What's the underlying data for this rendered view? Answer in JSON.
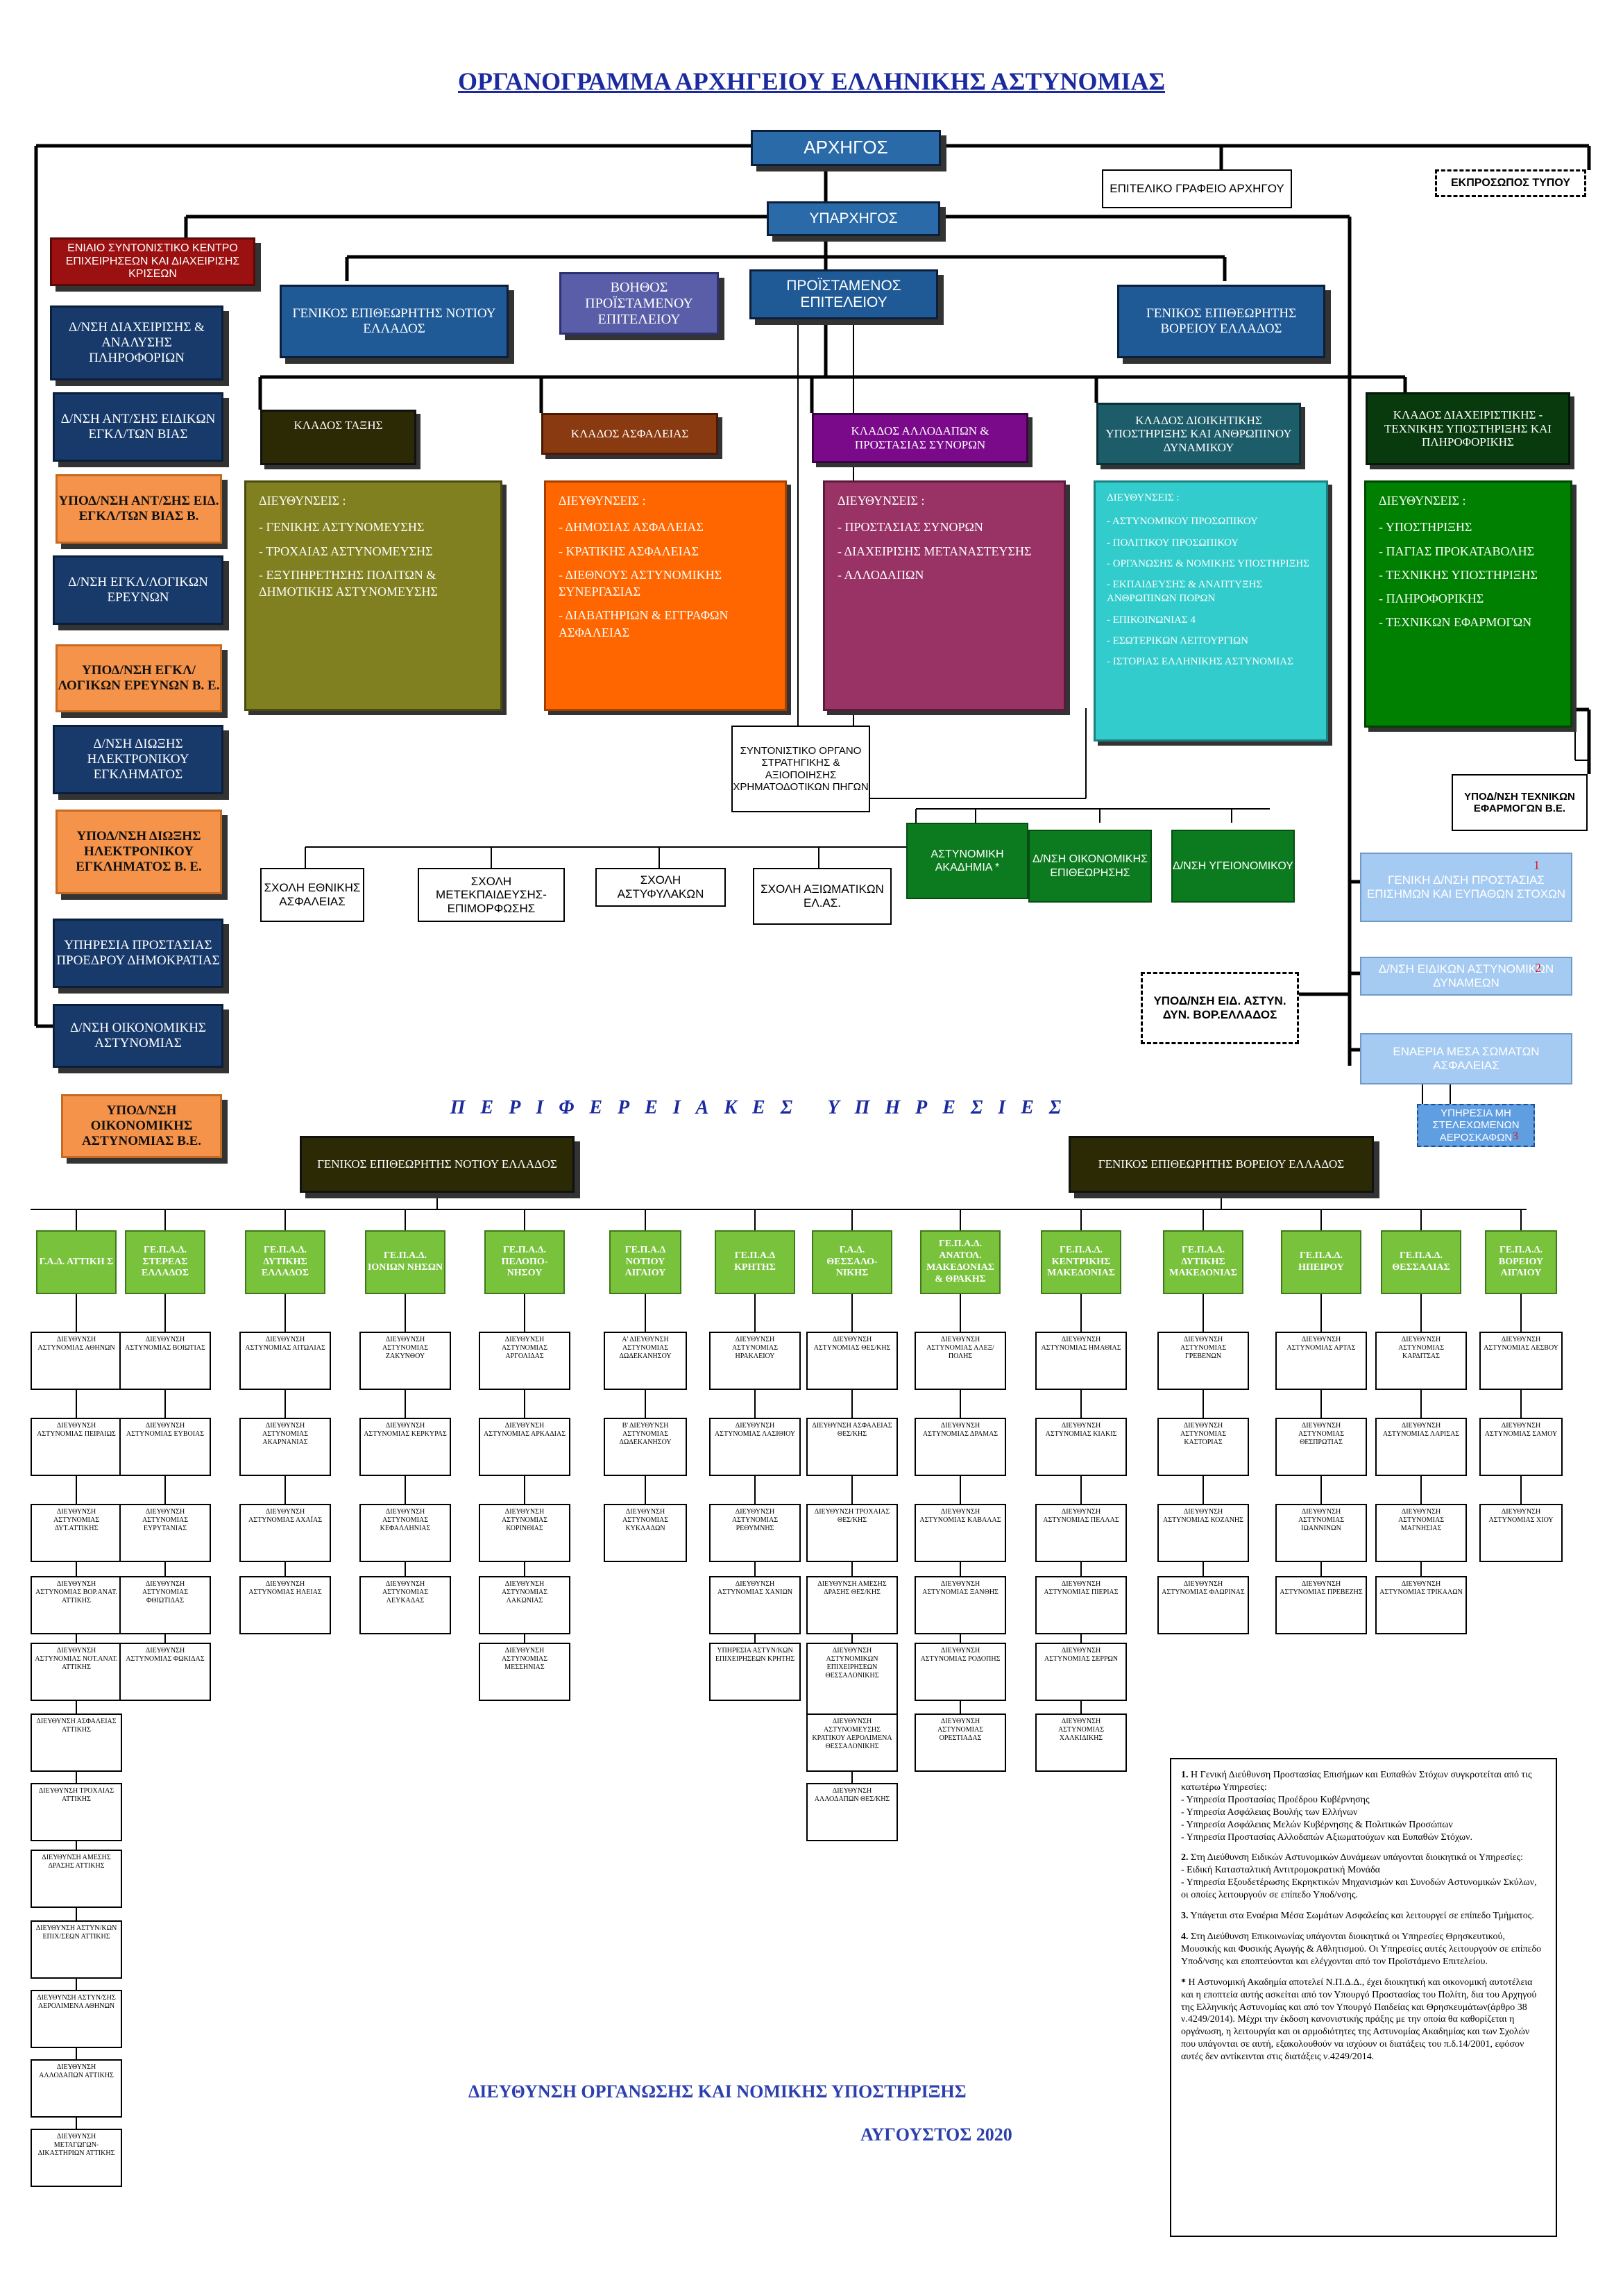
{
  "title": "ΟΡΓΑΝΟΓΡΑΜΜΑ ΑΡΧΗΓΕΙΟΥ ΕΛΛΗΝΙΚΗΣ ΑΣΤΥΝΟΜΙΑΣ",
  "top": {
    "chief": "ΑΡΧΗΓΟΣ",
    "staff_office": "ΕΠΙΤΕΛΙΚΟ ΓΡΑΦΕΙΟ ΑΡΧΗΓΟΥ",
    "press": "ΕΚΠΡΟΣΩΠΟΣ ΤΥΠΟΥ",
    "deputy": "ΥΠΑΡΧΗΓΟΣ",
    "crisis_center": "ΕΝΙΑΙΟ ΣΥΝΤΟΝΙΣΤΙΚΟ ΚΕΝΤΡΟ ΕΠΙΧΕΙΡΗΣΕΩΝ ΚΑΙ ΔΙΑΧΕΙΡΙΣΗΣ ΚΡΙΣΕΩΝ",
    "assistant_head": "ΒΟΗΘΟΣ ΠΡΟΪΣΤΑΜΕΝΟΥ ΕΠΙΤΕΛΕΙΟΥ",
    "head_staff": "ΠΡΟΪΣΤΑΜΕΝΟΣ ΕΠΙΤΕΛΕΙΟΥ",
    "gi_south": "ΓΕΝΙΚΟΣ ΕΠΙΘΕΩΡΗΤΗΣ ΝΟΤΙΟΥ ΕΛΛΑΔΟΣ",
    "gi_north": "ΓΕΝΙΚΟΣ ΕΠΙΘΕΩΡΗΤΗΣ ΒΟΡΕΙΟΥ ΕΛΛΑΔΟΣ"
  },
  "left_column": [
    "Δ/ΝΣΗ ΔΙΑΧΕΙΡΙΣΗΣ & ΑΝΑΛΥΣΗΣ ΠΛΗΡΟΦΟΡΙΩΝ",
    "Δ/ΝΣΗ ΑΝΤ/ΣΗΣ ΕΙΔΙΚΩΝ ΕΓΚΛ/ΤΩΝ ΒΙΑΣ",
    "ΥΠΟΔ/ΝΣΗ ΑΝΤ/ΣΗΣ ΕΙΔ. ΕΓΚΛ/ΤΩΝ ΒΙΑΣ Β.",
    "Δ/ΝΣΗ ΕΓΚΛ/ΛΟΓΙΚΩΝ ΕΡΕΥΝΩΝ",
    "ΥΠΟΔ/ΝΣΗ ΕΓΚΛ/ΛΟΓΙΚΩΝ ΕΡΕΥΝΩΝ Β. Ε.",
    "Δ/ΝΣΗ ΔΙΩΞΗΣ ΗΛΕΚΤΡΟΝΙΚΟΥ ΕΓΚΛΗΜΑΤΟΣ",
    "ΥΠΟΔ/ΝΣΗ ΔΙΩΞΗΣ ΗΛΕΚΤΡΟΝΙΚΟΥ ΕΓΚΛΗΜΑΤΟΣ Β. Ε.",
    "ΥΠΗΡΕΣΙΑ ΠΡΟΣΤΑΣΙΑΣ ΠΡΟΕΔΡΟΥ ΔΗΜΟΚΡΑΤΙΑΣ",
    "Δ/ΝΣΗ ΟΙΚΟΝΟΜΙΚΗΣ ΑΣΤΥΝΟΜΙΑΣ",
    "ΥΠΟΔ/ΝΣΗ ΟΙΚΟΝΟΜΙΚΗΣ ΑΣΤΥΝΟΜΙΑΣ Β.Ε."
  ],
  "branches": [
    {
      "name": "ΚΛΑΔΟΣ ΤΑΞΗΣ",
      "header": "ΔΙΕΥΘΥΝΣΕΙΣ :",
      "items": [
        "-  ΓΕΝΙΚΗΣ ΑΣΤΥΝΟΜΕΥΣΗΣ",
        "-  ΤΡΟΧΑΙΑΣ ΑΣΤΥΝΟΜΕΥΣΗΣ",
        "-  ΕΞΥΠΗΡΕΤΗΣΗΣ ΠΟΛΙΤΩΝ & ΔΗΜΟΤΙΚΗΣ ΑΣΤΥΝΟΜΕΥΣΗΣ"
      ]
    },
    {
      "name": "ΚΛΑΔΟΣ ΑΣΦΑΛΕΙΑΣ",
      "header": "ΔΙΕΥΘΥΝΣΕΙΣ :",
      "items": [
        "-  ΔΗΜΟΣΙΑΣ ΑΣΦΑΛΕΙΑΣ",
        "-  ΚΡΑΤΙΚΗΣ ΑΣΦΑΛΕΙΑΣ",
        "-  ΔΙΕΘΝΟΥΣ ΑΣΤΥΝΟΜΙΚΗΣ ΣΥΝΕΡΓΑΣΙΑΣ",
        "-  ΔΙΑΒΑΤΗΡΙΩΝ & ΕΓΓΡΑΦΩΝ ΑΣΦΑΛΕΙΑΣ"
      ]
    },
    {
      "name": "ΚΛΑΔΟΣ ΑΛΛΟΔΑΠΩΝ & ΠΡΟΣΤΑΣΙΑΣ ΣΥΝΟΡΩΝ",
      "header": "ΔΙΕΥΘΥΝΣΕΙΣ :",
      "items": [
        "-  ΠΡΟΣΤΑΣΙΑΣ ΣΥΝΟΡΩΝ",
        "-  ΔΙΑΧΕΙΡΙΣΗΣ ΜΕΤΑΝΑΣΤΕΥΣΗΣ",
        "-  ΑΛΛΟΔΑΠΩΝ"
      ]
    },
    {
      "name": "ΚΛΑΔΟΣ ΔΙΟΙΚΗΤΙΚΗΣ ΥΠΟΣΤΗΡΙΞΗΣ ΚΑΙ ΑΝΘΡΩΠΙΝΟΥ ΔΥΝΑΜΙΚΟΥ",
      "header": "ΔΙΕΥΘΥΝΣΕΙΣ :",
      "items": [
        "-  ΑΣΤΥΝΟΜΙΚΟΥ ΠΡΟΣΩΠΙΚΟΥ",
        "-  ΠΟΛΙΤΙΚΟΥ ΠΡΟΣΩΠΙΚΟΥ",
        "-  ΟΡΓΑΝΩΣΗΣ & ΝΟΜΙΚΗΣ ΥΠΟΣΤΗΡΙΞΗΣ",
        "-  ΕΚΠΑΙΔΕΥΣΗΣ & ΑΝΑΠΤΥΞΗΣ ΑΝΘΡΩΠΙΝΩΝ ΠΟΡΩΝ",
        "-  ΕΠΙΚΟΙΝΩΝΙΑΣ 4",
        "-  ΕΣΩΤΕΡΙΚΩΝ ΛΕΙΤΟΥΡΓΙΩΝ",
        "-  ΙΣΤΟΡΙΑΣ ΕΛΛΗΝΙΚΗΣ ΑΣΤΥΝΟΜΙΑΣ"
      ]
    },
    {
      "name": "ΚΛΑΔΟΣ ΔΙΑΧΕΙΡΙΣΤΙΚΗΣ - ΤΕΧΝΙΚΗΣ ΥΠΟΣΤΗΡΙΞΗΣ ΚΑΙ ΠΛΗΡΟΦΟΡΙΚΗΣ",
      "header": "ΔΙΕΥΘΥΝΣΕΙΣ :",
      "items": [
        "-  ΥΠΟΣΤΗΡΙΞΗΣ",
        "-  ΠΑΓΙΑΣ ΠΡΟΚΑΤΑΒΟΛΗΣ",
        "-  ΤΕΧΝΙΚΗΣ ΥΠΟΣΤΗΡΙΞΗΣ",
        "-  ΠΛΗΡΟΦΟΡΙΚΗΣ",
        "-  ΤΕΧΝΙΚΩΝ ΕΦΑΡΜΟΓΩΝ"
      ]
    }
  ],
  "middle": {
    "coordination": "ΣΥΝΤΟΝΙΣΤΙΚΟ ΟΡΓΑΝΟ ΣΤΡΑΤΗΓΙΚΗΣ & ΑΞΙΟΠΟΙΗΣΗΣ ΧΡΗΜΑΤΟΔΟΤΙΚΩΝ ΠΗΓΩΝ",
    "tech_sub": "ΥΠΟΔ/ΝΣΗ ΤΕΧΝΙΚΩΝ ΕΦΑΡΜΟΓΩΝ Β.Ε.",
    "academy": "ΑΣΤΥΝΟΜΙΚΗ ΑΚΑΔΗΜΙΑ *",
    "econ_insp": "Δ/ΝΣΗ ΟΙΚΟΝΟΜΙΚΗΣ ΕΠΙΘΕΩΡΗΣΗΣ",
    "health": "Δ/ΝΣΗ ΥΓΕΙΟΝΟΜΙΚΟΥ",
    "schools": [
      "ΣΧΟΛΗ ΕΘΝΙΚΗΣ ΑΣΦΑΛΕΙΑΣ",
      "ΣΧΟΛΗ ΜΕΤΕΚΠΑΙΔΕΥΣΗΣ-ΕΠΙΜΟΡΦΩΣΗΣ",
      "ΣΧΟΛΗ ΑΣΤΥΦΥΛΑΚΩΝ",
      "ΣΧΟΛΗ ΑΞΙΩΜΑΤΙΚΩΝ ΕΛ.ΑΣ."
    ],
    "protection": "ΓΕΝΙΚΗ Δ/ΝΣΗ ΠΡΟΣΤΑΣΙΑΣ ΕΠΙΣΗΜΩΝ ΚΑΙ ΕΥΠΑΘΩΝ ΣΤΟΧΩΝ",
    "protection_mark": "1",
    "special_forces": "Δ/ΝΣΗ ΕΙΔΙΚΩΝ ΑΣΤΥΝΟΜΙΚΩΝ ΔΥΝΑΜΕΩΝ",
    "special_mark": "2",
    "special_sub": "ΥΠΟΔ/ΝΣΗ ΕΙΔ. ΑΣΤΥΝ. ΔΥΝ. ΒΟΡ.ΕΛΛΑΔΟΣ",
    "air_units": "ΕΝΑΕΡΙΑ ΜΕΣΑ ΣΩΜΑΤΩΝ ΑΣΦΑΛΕΙΑΣ",
    "air_sub": "ΥΠΗΡΕΣΙΑ ΜΗ ΣΤΕΛΕΧΩΜΕΝΩΝ ΑΕΡΟΣΚΑΦΩΝ",
    "air_mark": "3"
  },
  "regional_title": "ΠΕΡΙΦΕΡΕΙΑΚΕΣ ΥΠΗΡΕΣΙΕΣ",
  "regional_south": "ΓΕΝΙΚΟΣ ΕΠΙΘΕΩΡΗΤΗΣ ΝΟΤΙΟΥ ΕΛΛΑΔΟΣ",
  "regional_north": "ΓΕΝΙΚΟΣ ΕΠΙΘΕΩΡΗΤΗΣ ΒΟΡΕΙΟΥ ΕΛΛΑΔΟΣ",
  "regions": [
    {
      "name": "Γ.Α.Δ. ΑΤΤΙΚΗ Σ",
      "items": [
        "ΔΙΕΥΘΥΝΣΗ ΑΣΤΥΝΟΜΙΑΣ ΑΘΗΝΩΝ",
        "ΔΙΕΥΘΥΝΣΗ ΑΣΤΥΝΟΜΙΑΣ ΠΕΙΡΑΙΩΣ",
        "ΔΙΕΥΘΥΝΣΗ ΑΣΤΥΝΟΜΙΑΣ ΔΥΤ.ΑΤΤΙΚΗΣ",
        "ΔΙΕΥΘΥΝΣΗ ΑΣΤΥΝΟΜΙΑΣ ΒΟΡ.ΑΝΑΤ. ΑΤΤΙΚΗΣ",
        "ΔΙΕΥΘΥΝΣΗ ΑΣΤΥΝΟΜΙΑΣ ΝΟΤ.ΑΝΑΤ. ΑΤΤΙΚΗΣ",
        "ΔΙΕΥΘΥΝΣΗ ΑΣΦΑΛΕΙΑΣ ΑΤΤΙΚΗΣ",
        "ΔΙΕΥΘΥΝΣΗ ΤΡΟΧΑΙΑΣ ΑΤΤΙΚΗΣ",
        "ΔΙΕΥΘΥΝΣΗ ΑΜΕΣΗΣ ΔΡΑΣΗΣ ΑΤΤΙΚΗΣ",
        "ΔΙΕΥΘΥΝΣΗ ΑΣΤΥΝ/ΚΩΝ ΕΠΙΧ/ΣΕΩΝ ΑΤΤΙΚΗΣ",
        "ΔΙΕΥΘΥΝΣΗ ΑΣΤΥΝ/ΣΗΣ ΑΕΡΟΛΙΜΕΝΑ ΑΘΗΝΩΝ",
        "ΔΙΕΥΘΥΝΣΗ ΑΛΛΟΔΑΠΩΝ ΑΤΤΙΚΗΣ",
        "ΔΙΕΥΘΥΝΣΗ ΜΕΤΑΓΩΓΩΝ-ΔΙΚΑΣΤΗΡΙΩΝ ΑΤΤΙΚΗΣ"
      ]
    },
    {
      "name": "ΓΕ.Π.Α.Δ. ΣΤΕΡΕΑΣ ΕΛΛΑΔΟΣ",
      "items": [
        "ΔΙΕΥΘΥΝΣΗ ΑΣΤΥΝΟΜΙΑΣ ΒΟΙΩΤΙΑΣ",
        "ΔΙΕΥΘΥΝΣΗ ΑΣΤΥΝΟΜΙΑΣ ΕΥΒΟΙΑΣ",
        "ΔΙΕΥΘΥΝΣΗ ΑΣΤΥΝΟΜΙΑΣ ΕΥΡΥΤΑΝΙΑΣ",
        "ΔΙΕΥΘΥΝΣΗ ΑΣΤΥΝΟΜΙΑΣ ΦΘΙΩΤΙΔΑΣ",
        "ΔΙΕΥΘΥΝΣΗ ΑΣΤΥΝΟΜΙΑΣ ΦΩΚΙΔΑΣ"
      ]
    },
    {
      "name": "ΓΕ.Π.Α.Δ. ΔΥΤΙΚΗΣ ΕΛΛΑΔΟΣ",
      "items": [
        "ΔΙΕΥΘΥΝΣΗ ΑΣΤΥΝΟΜΙΑΣ ΑΙΤΩΛΙΑΣ",
        "ΔΙΕΥΘΥΝΣΗ ΑΣΤΥΝΟΜΙΑΣ ΑΚΑΡΝΑΝΙΑΣ",
        "ΔΙΕΥΘΥΝΣΗ ΑΣΤΥΝΟΜΙΑΣ ΑΧΑΪΑΣ",
        "ΔΙΕΥΘΥΝΣΗ ΑΣΤΥΝΟΜΙΑΣ ΗΛΕΙΑΣ"
      ]
    },
    {
      "name": "ΓΕ.Π.Α.Δ. ΙΟΝΙΩΝ ΝΗΣΩΝ",
      "items": [
        "ΔΙΕΥΘΥΝΣΗ ΑΣΤΥΝΟΜΙΑΣ ΖΑΚΥΝΘΟΥ",
        "ΔΙΕΥΘΥΝΣΗ ΑΣΤΥΝΟΜΙΑΣ ΚΕΡΚΥΡΑΣ",
        "ΔΙΕΥΘΥΝΣΗ ΑΣΤΥΝΟΜΙΑΣ ΚΕΦΑΛΛΗΝΙΑΣ",
        "ΔΙΕΥΘΥΝΣΗ ΑΣΤΥΝΟΜΙΑΣ ΛΕΥΚΑΔΑΣ"
      ]
    },
    {
      "name": "ΓΕ.Π.Α.Δ. ΠΕΛΟΠΟ-ΝΗΣΟΥ",
      "items": [
        "ΔΙΕΥΘΥΝΣΗ ΑΣΤΥΝΟΜΙΑΣ ΑΡΓΟΛΙΔΑΣ",
        "ΔΙΕΥΘΥΝΣΗ ΑΣΤΥΝΟΜΙΑΣ ΑΡΚΑΔΙΑΣ",
        "ΔΙΕΥΘΥΝΣΗ ΑΣΤΥΝΟΜΙΑΣ ΚΟΡΙΝΘΙΑΣ",
        "ΔΙΕΥΘΥΝΣΗ ΑΣΤΥΝΟΜΙΑΣ ΛΑΚΩΝΙΑΣ",
        "ΔΙΕΥΘΥΝΣΗ ΑΣΤΥΝΟΜΙΑΣ ΜΕΣΣΗΝΙΑΣ"
      ]
    },
    {
      "name": "ΓΕ.Π.Α.Δ ΝΟΤΙΟΥ ΑΙΓΑΙΟΥ",
      "items": [
        "Α' ΔΙΕΥΘΥΝΣΗ ΑΣΤΥΝΟΜΙΑΣ ΔΩΔΕΚΑΝΗΣΟΥ",
        "Β' ΔΙΕΥΘΥΝΣΗ ΑΣΤΥΝΟΜΙΑΣ ΔΩΔΕΚΑΝΗΣΟΥ",
        "ΔΙΕΥΘΥΝΣΗ ΑΣΤΥΝΟΜΙΑΣ ΚΥΚΛΑΔΩΝ"
      ]
    },
    {
      "name": "ΓΕ.Π.Α.Δ ΚΡΗΤΗΣ",
      "items": [
        "ΔΙΕΥΘΥΝΣΗ ΑΣΤΥΝΟΜΙΑΣ ΗΡΑΚΛΕΙΟΥ",
        "ΔΙΕΥΘΥΝΣΗ ΑΣΤΥΝΟΜΙΑΣ ΛΑΣΙΘΙΟΥ",
        "ΔΙΕΥΘΥΝΣΗ ΑΣΤΥΝΟΜΙΑΣ ΡΕΘΥΜΝΗΣ",
        "ΔΙΕΥΘΥΝΣΗ ΑΣΤΥΝΟΜΙΑΣ ΧΑΝΙΩΝ",
        "ΥΠΗΡΕΣΙΑ ΑΣΤΥΝ/ΚΩΝ ΕΠΙΧΕΙΡΗΣΕΩΝ ΚΡΗΤΗΣ"
      ]
    },
    {
      "name": "Γ.Α.Δ. ΘΕΣΣΑΛΟ-ΝΙΚΗΣ",
      "items": [
        "ΔΙΕΥΘΥΝΣΗ ΑΣΤΥΝΟΜΙΑΣ ΘΕΣ/ΚΗΣ",
        "ΔΙΕΥΘΥΝΣΗ ΑΣΦΑΛΕΙΑΣ ΘΕΣ/ΚΗΣ",
        "ΔΙΕΥΘΥΝΣΗ ΤΡΟΧΑΙΑΣ ΘΕΣ/ΚΗΣ",
        "ΔΙΕΥΘΥΝΣΗ ΑΜΕΣΗΣ ΔΡΑΣΗΣ ΘΕΣ/ΚΗΣ",
        "ΔΙΕΥΘΥΝΣΗ ΑΣΤΥΝΟΜΙΚΩΝ ΕΠΙΧΕΙΡΗΣΕΩΝ ΘΕΣΣΑΛΟΝΙΚΗΣ",
        "ΔΙΕΥΘΥΝΣΗ ΑΣΤΥΝΟΜΕΥΣΗΣ ΚΡΑΤΙΚΟΥ ΑΕΡΟΛΙΜΕΝΑ ΘΕΣΣΑΛΟΝΙΚΗΣ",
        "ΔΙΕΥΘΥΝΣΗ ΑΛΛΟΔΑΠΩΝ ΘΕΣ/ΚΗΣ"
      ]
    },
    {
      "name": "ΓΕ.Π.Α.Δ. ΑΝΑΤΟΛ. ΜΑΚΕΔΟΝΙΑΣ & ΘΡΑΚΗΣ",
      "items": [
        "ΔΙΕΥΘΥΝΣΗ ΑΣΤΥΝΟΜΙΑΣ ΑΛΕΞ/ΠΟΛΗΣ",
        "ΔΙΕΥΘΥΝΣΗ ΑΣΤΥΝΟΜΙΑΣ ΔΡΑΜΑΣ",
        "ΔΙΕΥΘΥΝΣΗ ΑΣΤΥΝΟΜΙΑΣ ΚΑΒΑΛΑΣ",
        "ΔΙΕΥΘΥΝΣΗ ΑΣΤΥΝΟΜΙΑΣ ΞΑΝΘΗΣ",
        "ΔΙΕΥΘΥΝΣΗ ΑΣΤΥΝΟΜΙΑΣ ΡΟΔΟΠΗΣ",
        "ΔΙΕΥΘΥΝΣΗ ΑΣΤΥΝΟΜΙΑΣ ΟΡΕΣΤΙΑΔΑΣ"
      ]
    },
    {
      "name": "ΓΕ.Π.Α.Δ. ΚΕΝΤΡΙΚΗΣ ΜΑΚΕΔΟΝΙΑΣ",
      "items": [
        "ΔΙΕΥΘΥΝΣΗ ΑΣΤΥΝΟΜΙΑΣ ΗΜΑΘΙΑΣ",
        "ΔΙΕΥΘΥΝΣΗ ΑΣΤΥΝΟΜΙΑΣ ΚΙΛΚΙΣ",
        "ΔΙΕΥΘΥΝΣΗ ΑΣΤΥΝΟΜΙΑΣ ΠΕΛΛΑΣ",
        "ΔΙΕΥΘΥΝΣΗ ΑΣΤΥΝΟΜΙΑΣ ΠΙΕΡΙΑΣ",
        "ΔΙΕΥΘΥΝΣΗ ΑΣΤΥΝΟΜΙΑΣ ΣΕΡΡΩΝ",
        "ΔΙΕΥΘΥΝΣΗ ΑΣΤΥΝΟΜΙΑΣ ΧΑΛΚΙΔΙΚΗΣ"
      ]
    },
    {
      "name": "ΓΕ.Π.Α.Δ. ΔΥΤΙΚΗΣ ΜΑΚΕΔΟΝΙΑΣ",
      "items": [
        "ΔΙΕΥΘΥΝΣΗ ΑΣΤΥΝΟΜΙΑΣ ΓΡΕΒΕΝΩΝ",
        "ΔΙΕΥΘΥΝΣΗ ΑΣΤΥΝΟΜΙΑΣ ΚΑΣΤΟΡΙΑΣ",
        "ΔΙΕΥΘΥΝΣΗ ΑΣΤΥΝΟΜΙΑΣ ΚΟΖΑΝΗΣ",
        "ΔΙΕΥΘΥΝΣΗ ΑΣΤΥΝΟΜΙΑΣ ΦΛΩΡΙΝΑΣ"
      ]
    },
    {
      "name": "ΓΕ.Π.Α.Δ. ΗΠΕΙΡΟΥ",
      "items": [
        "ΔΙΕΥΘΥΝΣΗ ΑΣΤΥΝΟΜΙΑΣ ΑΡΤΑΣ",
        "ΔΙΕΥΘΥΝΣΗ ΑΣΤΥΝΟΜΙΑΣ ΘΕΣΠΡΩΤΙΑΣ",
        "ΔΙΕΥΘΥΝΣΗ ΑΣΤΥΝΟΜΙΑΣ ΙΩΑΝΝΙΝΩΝ",
        "ΔΙΕΥΘΥΝΣΗ ΑΣΤΥΝΟΜΙΑΣ ΠΡΕΒΕΖΗΣ"
      ]
    },
    {
      "name": "ΓΕ.Π.Α.Δ. ΘΕΣΣΑΛΙΑΣ",
      "items": [
        "ΔΙΕΥΘΥΝΣΗ ΑΣΤΥΝΟΜΙΑΣ ΚΑΡΔΙΤΣΑΣ",
        "ΔΙΕΥΘΥΝΣΗ ΑΣΤΥΝΟΜΙΑΣ ΛΑΡΙΣΑΣ",
        "ΔΙΕΥΘΥΝΣΗ ΑΣΤΥΝΟΜΙΑΣ ΜΑΓΝΗΣΙΑΣ",
        "ΔΙΕΥΘΥΝΣΗ ΑΣΤΥΝΟΜΙΑΣ ΤΡΙΚΑΛΩΝ"
      ]
    },
    {
      "name": "ΓΕ.Π.Α.Δ. ΒΟΡΕΙΟΥ ΑΙΓΑΙΟΥ",
      "items": [
        "ΔΙΕΥΘΥΝΣΗ ΑΣΤΥΝΟΜΙΑΣ ΛΕΣΒΟΥ",
        "ΔΙΕΥΘΥΝΣΗ ΑΣΤΥΝΟΜΙΑΣ ΣΑΜΟΥ",
        "ΔΙΕΥΘΥΝΣΗ ΑΣΤΥΝΟΜΙΑΣ ΧΙΟΥ"
      ]
    }
  ],
  "footer": {
    "directorate": "ΔΙΕΥΘΥΝΣΗ ΟΡΓΑΝΩΣΗΣ ΚΑΙ ΝΟΜΙΚΗΣ ΥΠΟΣΤΗΡΙΞΗΣ",
    "date": "ΑΥΓΟΥΣΤΟΣ 2020"
  },
  "notes": [
    {
      "num": "1.",
      "text": "Η Γενική Διεύθυνση Προστασίας Επισήμων και Ευπαθών Στόχων συγκροτείται από τις κατωτέρω Υπηρεσίες:",
      "lines": [
        "- Υπηρεσία Προστασίας Προέδρου Κυβέρνησης",
        "- Υπηρεσία Ασφάλειας Βουλής των Ελλήνων",
        "- Υπηρεσία Ασφάλειας Μελών Κυβέρνησης & Πολιτικών Προσώπων",
        "- Υπηρεσία Προστασίας Αλλοδαπών Αξιωματούχων και Ευπαθών Στόχων."
      ]
    },
    {
      "num": "2.",
      "text": "Στη Διεύθυνση Ειδικών Αστυνομικών Δυνάμεων υπάγονται διοικητικά οι Υπηρεσίες:",
      "lines": [
        "- Ειδική Κατασταλτική Αντιτρομοκρατική Μονάδα",
        "- Υπηρεσία Εξουδετέρωσης Εκρηκτικών Μηχανισμών και Συνοδών Αστυνομικών Σκύλων, οι οποίες λειτουργούν σε επίπεδο Υποδ/νσης."
      ]
    },
    {
      "num": "3.",
      "text": "Υπάγεται στα Εναέρια Μέσα Σωμάτων Ασφαλείας και λειτουργεί σε επίπεδο Τμήματος.",
      "lines": []
    },
    {
      "num": "4.",
      "text": "Στη Διεύθυνση Επικοινωνίας υπάγονται διοικητικά οι Υπηρεσίες Θρησκευτικού, Μουσικής και Φυσικής Αγωγής & Αθλητισμού. Οι Υπηρεσίες αυτές λειτουργούν σε επίπεδο Υποδ/νσης και εποπτεύονται και ελέγχονται από τον Προϊστάμενο Επιτελείου.",
      "lines": []
    },
    {
      "num": "*",
      "text": "Η Αστυνομική Ακαδημία αποτελεί Ν.Π.Δ.Δ., έχει διοικητική και οικονομική αυτοτέλεια και η εποπτεία αυτής ασκείται από τον Υπουργό Προστασίας του Πολίτη, δια του Αρχηγού της Ελληνικής Αστυνομίας και από τον Υπουργό Παιδείας και Θρησκευμάτων(άρθρο 38 ν.4249/2014). Μέχρι την έκδοση κανονιστικής πράξης με την οποία θα καθορίζεται η οργάνωση, η λειτουργία και οι αρμοδιότητες της Αστυνομίας Ακαδημίας και των Σχολών που υπάγονται σε αυτή, εξακολουθούν να ισχύουν οι διατάξεις του π.δ.14/2001, εφόσον αυτές δεν αντίκεινται στις διατάξεις ν.4249/2014.",
      "lines": []
    }
  ],
  "colors": {
    "title": "#1c2aa0",
    "navy": "#173a6b",
    "orange": "#f5934a",
    "taxi": "#808020",
    "asfaleia": "#ff6600",
    "allodapi": "#993366",
    "dioikitiki": "#33cccc",
    "diaxeiristiki": "#008000",
    "light_green": "#78c23c",
    "light_blue": "#a6cbf2"
  }
}
